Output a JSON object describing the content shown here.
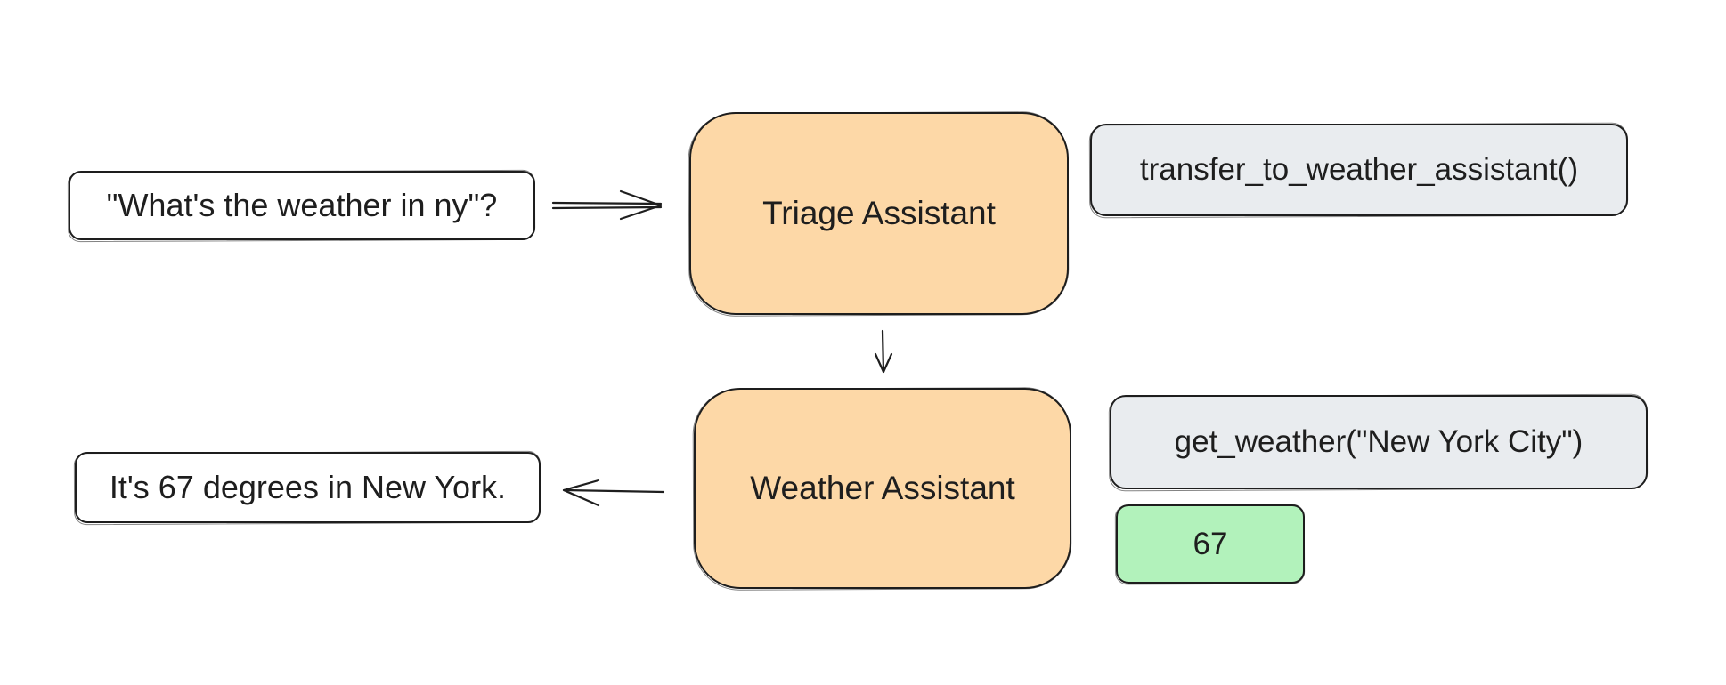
{
  "diagram": {
    "user_message": "\"What's the weather in ny\"?",
    "triage_agent": "Triage Assistant",
    "transfer_call": "transfer_to_weather_assistant()",
    "weather_agent": "Weather Assistant",
    "weather_call": "get_weather(\"New York City\")",
    "weather_result": "67",
    "final_reply": "It's 67 degrees in New York."
  },
  "colors": {
    "agent_fill": "#fdd8a7",
    "call_fill": "#e9ecef",
    "result_fill": "#b2f2bb",
    "stroke": "#1e1e1e"
  }
}
